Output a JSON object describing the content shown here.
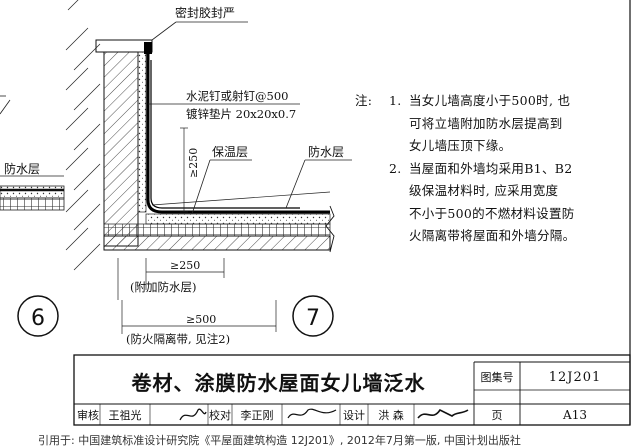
{
  "labels": {
    "sealant": "密封胶封严",
    "nail_line1": "水泥钉或射钉@500",
    "nail_line2": "镀锌垫片 20x20x0.7",
    "insulation": "保温层",
    "waterproof_right": "防水层",
    "waterproof_left": "防水层",
    "dim_250_vertical": "≥250",
    "dim_250_bottom": "≥250",
    "additional_waterproof": "(附加防水层)",
    "dim_500": "≥500",
    "fire_barrier": "(防火隔离带, 见注2)",
    "detail_6": "6",
    "detail_7": "7"
  },
  "notes": {
    "heading": "注:",
    "items": [
      {
        "num": "1.",
        "lines": [
          "当女儿墙高度小于500时, 也",
          "可将立墙附加防水层提高到",
          "女儿墙压顶下缘。"
        ]
      },
      {
        "num": "2.",
        "lines": [
          "当屋面和外墙均采用B1、B2",
          "级保温材料时, 应采用宽度",
          "不小于500的不燃材料设置防",
          "火隔离带将屋面和外墙分隔。"
        ]
      }
    ]
  },
  "title_block": {
    "title": "卷材、涂膜防水屋面女儿墙泛水",
    "atlas_label": "图集号",
    "atlas_number": "12J201",
    "page_label": "页",
    "page_number": "A13",
    "review_label": "审核",
    "reviewer": "王祖光",
    "check_label": "校对",
    "checker": "李正刚",
    "design_label": "设计",
    "designer": "洪 森"
  },
  "footer": "引用于: 中国建筑标准设计研究院《平屋面建筑构造 12J201》, 2012年7月第一版, 中国计划出版社"
}
